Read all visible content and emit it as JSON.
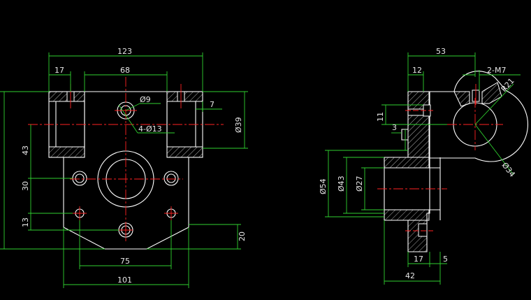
{
  "drawing": {
    "background": "#000000",
    "colors": {
      "outline": "#ffffff",
      "dimension": "#2fd12f",
      "centerline": "#ff2222",
      "hatch": "#d8d8d8",
      "text": "#e6e6e6"
    }
  },
  "front_view": {
    "dims": {
      "overall_top": "123",
      "left_lug": "17",
      "inner_gap": "68",
      "hole_small": "Ø9",
      "slot": "7",
      "holes": "4-Ø13",
      "height_39": "Ø39",
      "left_43": "43",
      "left_30": "30",
      "left_13": "13",
      "right_20": "20",
      "bottom_75": "75",
      "bottom_101": "101"
    }
  },
  "side_view": {
    "dims": {
      "top_53": "53",
      "top_12": "12",
      "thread": "2-M7",
      "radius": "R21",
      "dia_34": "Ø34",
      "v_11": "11",
      "v_3": "3",
      "dia_54": "Ø54",
      "dia_43": "Ø43",
      "dia_27": "Ø27",
      "bottom_17": "17",
      "bottom_5": "5",
      "bottom_42": "42"
    }
  }
}
